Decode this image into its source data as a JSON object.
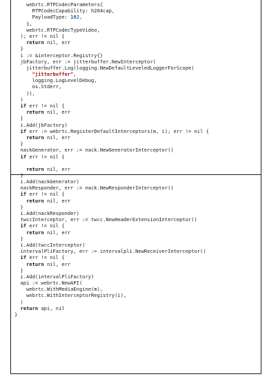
{
  "code_lines": [
    "    webrtc.RTPCodecParameters{",
    "      RTPCodecCapability: h264cap,",
    "      PayloadType: 102,",
    "    },",
    "    webrtc.RTPCodecTypeVideo,",
    "  ); err != nil {",
    "    return nil, err",
    "  }",
    "  i := &interceptor.Registry{}",
    "  jbFactory, err := jitterbuffer.NewInterceptor(",
    "    jitterbuffer.Log(logging.NewDefaultLeveledLoggerForScope(",
    "      \"jitterbuffer\",",
    "      logging.LogLevelDebug,",
    "      os.Stderr,",
    "    )),",
    "  )",
    "  if err != nil {",
    "    return nil, err",
    "  }",
    "  i.Add(jbFactory)",
    "  if err := webrtc.RegisterDefaultInterceptors(m, i); err != nil {",
    "    return nil, err",
    "  }",
    "  nackGenerator, err := nack.NewGeneratorInterceptor()",
    "  if err != nil {",
    "    return nil, err",
    "  }",
    "  i.Add(nackGenerator)",
    "  nackResponder, err := nack.NewResponderInterceptor()",
    "  if err != nil {",
    "    return nil, err",
    "  }",
    "  i.Add(nackResponder)",
    "  twccInterceptor, err := twcc.NewHeaderExtensionInterceptor()",
    "  if err != nil {",
    "    return nil, err",
    "  }",
    "  i.Add(twccInterceptor)",
    "  intervalPliFactory, err := intervalpli.NewReceiverInterceptor()",
    "  if err != nil {",
    "    return nil, err",
    "  }",
    "  i.Add(intervalPliFactory)",
    "  api := webrtc.NewAPI(",
    "    webrtc.WithMediaEngine(m),",
    "    webrtc.WithInterceptorRegistry(i),",
    "  )",
    "  return api, nil",
    "}"
  ],
  "colors": {
    "text": "#1c1c1c",
    "string": "#a31515",
    "number": "#2a5ea8",
    "border": "#1a1a1a"
  }
}
